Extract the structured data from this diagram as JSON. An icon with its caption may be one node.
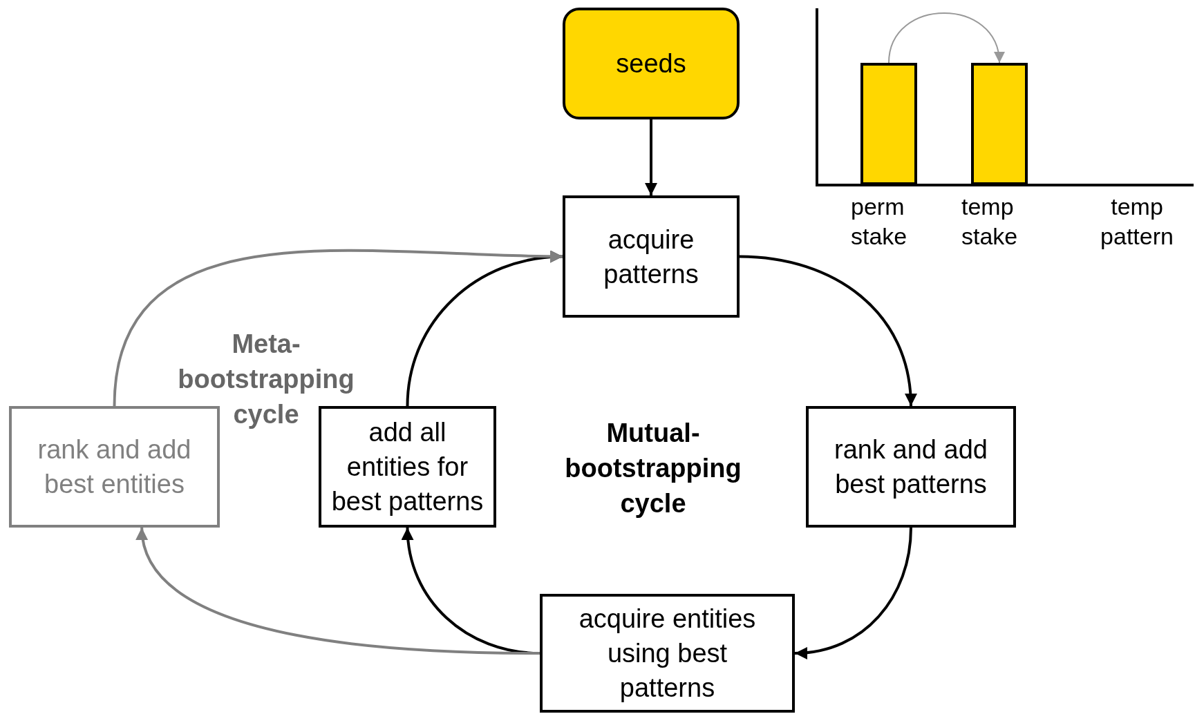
{
  "diagram": {
    "nodes": [
      {
        "text": [
          "seeds"
        ]
      },
      {
        "text": [
          "acquire patterns"
        ]
      },
      {
        "text": [
          "rank and add best patterns"
        ]
      },
      {
        "text": [
          "acquire entities using best patterns"
        ]
      },
      {
        "text": [
          "add all entities for best patterns"
        ]
      },
      {
        "text": [
          "rank and add best entities"
        ]
      },
      {
        "text": [],
        "shape": "bar",
        "beside": [
          "perm stake"
        ]
      },
      {
        "text": [],
        "shape": "bar",
        "beside": [
          "temp stake"
        ]
      }
    ],
    "edges": [
      {
        "from": 0,
        "to": 1,
        "arrow": "to"
      },
      {
        "from": 1,
        "to": 2,
        "arrow": "to"
      },
      {
        "from": 2,
        "to": 3,
        "arrow": "to"
      },
      {
        "from": 3,
        "to": 4,
        "arrow": "to"
      },
      {
        "from": 4,
        "to": 1,
        "arrow": "to"
      },
      {
        "from": 3,
        "to": 5,
        "arrow": "to",
        "color": "#808080"
      },
      {
        "from": 5,
        "to": 1,
        "arrow": "to",
        "color": "#808080"
      },
      {
        "from": 6,
        "to": 7,
        "arrow": "to",
        "color": "#999999"
      }
    ],
    "labels": [
      "temp pattern",
      "Meta-bootstrapping cycle",
      "Mutual-bootstrapping cycle"
    ]
  }
}
